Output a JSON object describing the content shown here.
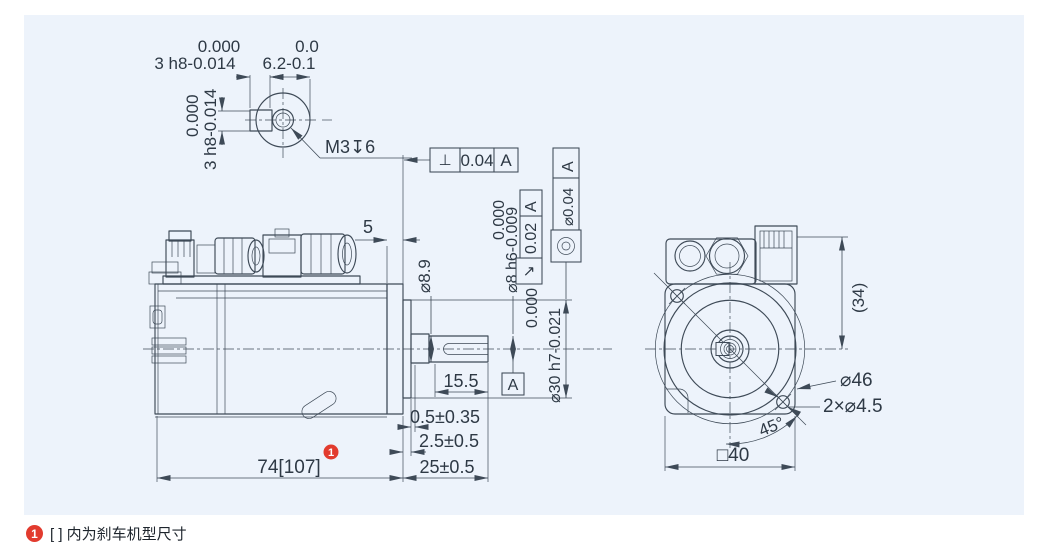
{
  "colors": {
    "panel_bg": "#edf3fb",
    "line": "#3e4a57",
    "text": "#2e3945",
    "accent_red": "#e23b2e"
  },
  "detail_view": {
    "keyway_width_tol": "0.000",
    "keyway_width": "3 h8-0.014",
    "boss_width_tol": "0.0",
    "boss_width": "6.2-0.1",
    "keyway_height_tol": "0.000",
    "keyway_height": "3 h8-0.014",
    "tap_callout": "M3↧6"
  },
  "side_view": {
    "flange_thickness": "5",
    "perpendicularity": {
      "symbol": "⊥",
      "value": "0.04",
      "datum": "A"
    },
    "runout": {
      "symbol": "↗",
      "value": "0.02",
      "datum": "A"
    },
    "concentricity": {
      "value": "⌀0.04",
      "datum": "A"
    },
    "boss_dia": "⌀8.9",
    "shaft_dia_tol": "0.000",
    "shaft_dia": "⌀8 h6-0.009",
    "spigot_dia_tol": "0.000",
    "spigot_dia": "⌀30 h7-0.021",
    "keyway_length": "15.5",
    "datum_label": "A",
    "step_length": "0.5±0.35",
    "spigot_length": "2.5±0.5",
    "shaft_length": "25±0.5",
    "body_length": "74[107]",
    "body_length_badge": "1"
  },
  "front_view": {
    "connector_height": "(34)",
    "bolt_circle_dia": "⌀46",
    "mounting_holes": "2×⌀4.5",
    "hole_angle": "45°",
    "flange_size": "□40"
  },
  "note": {
    "badge": "1",
    "text": "[ ] 内为刹车机型尺寸"
  }
}
